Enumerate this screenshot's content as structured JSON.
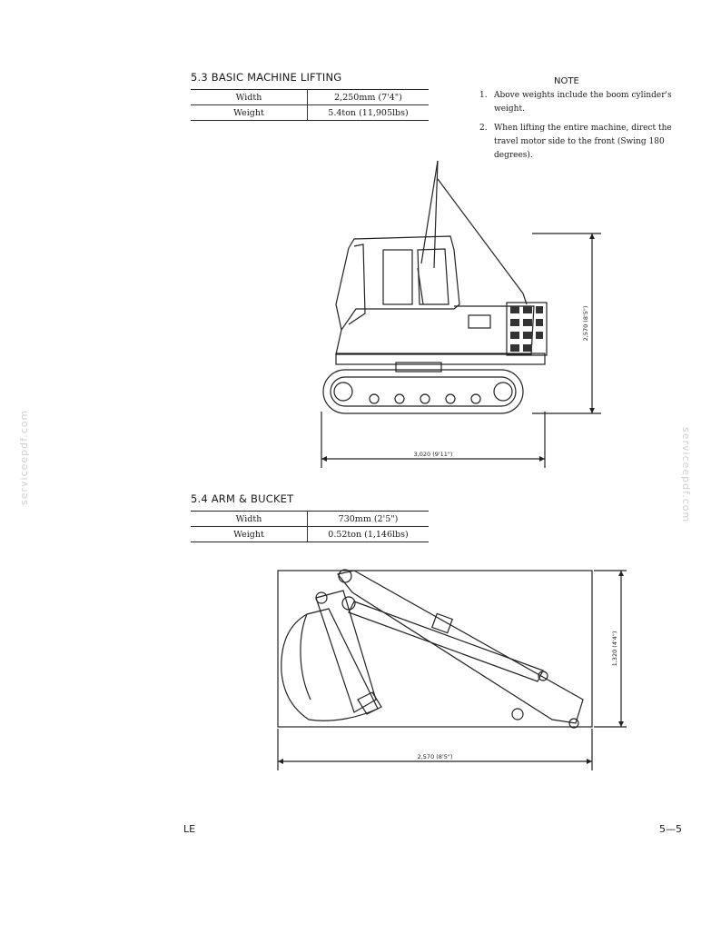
{
  "sections": {
    "lifting": {
      "title": "5.3 BASIC MACHINE LIFTING",
      "rows": [
        {
          "label": "Width",
          "value": "2,250mm (7'4\")"
        },
        {
          "label": "Weight",
          "value": "5.4ton (11,905lbs)"
        }
      ],
      "dims": {
        "height": "2,570 (8'5\")",
        "length": "3,020 (9'11\")"
      }
    },
    "arm_bucket": {
      "title": "5.4 ARM & BUCKET",
      "rows": [
        {
          "label": "Width",
          "value": "730mm (2'5\")"
        },
        {
          "label": "Weight",
          "value": "0.52ton (1,146lbs)"
        }
      ],
      "dims": {
        "height": "1,320 (4'4\")",
        "length": "2,570 (8'5\")"
      }
    }
  },
  "note": {
    "title": "NOTE",
    "items": [
      {
        "num": "1.",
        "text": "Above weights include the boom cylinder's weight."
      },
      {
        "num": "2.",
        "text": "When lifting the entire machine, direct the travel motor side to the front (Swing 180 degrees)."
      }
    ]
  },
  "footer": {
    "left": "LE",
    "right": "5—5"
  },
  "watermark": {
    "left": "serviceepdf.com",
    "right": "serviceepdf.com"
  }
}
